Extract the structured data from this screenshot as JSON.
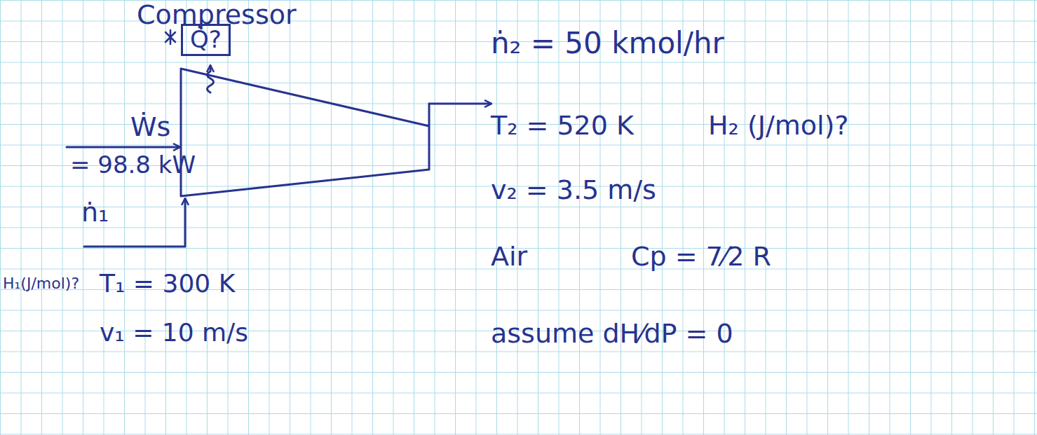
{
  "diagram": {
    "title": "Compressor",
    "nodes": [
      {
        "text": [
          "Q̇?"
        ]
      }
    ],
    "labels": [
      "ṅ₂ = 50 kmol/hr",
      "T₂ = 520 K",
      "H₂ (J/mol)?",
      "v₂ = 3.5 m/s",
      "Ẇs",
      "= 98.8 kW",
      "ṅ₁",
      "H₁(J/mol)?",
      "T₁ = 300 K",
      "v₁ = 10 m/s",
      "Air",
      "Cp = 7⁄2 R",
      "assume dH⁄dP = 0"
    ]
  }
}
